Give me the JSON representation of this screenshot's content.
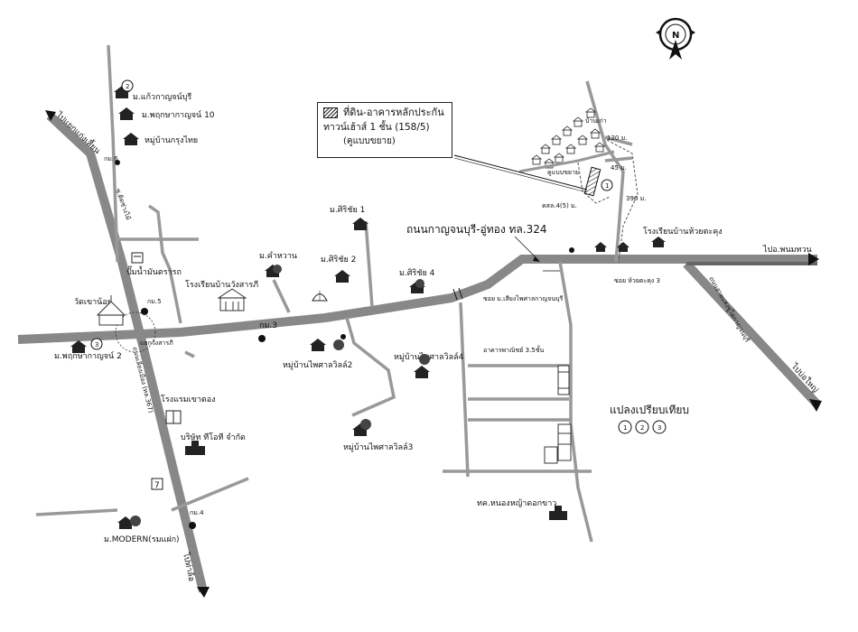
{
  "compass": {
    "letter": "N"
  },
  "callout": {
    "line1": "ที่ดิน-อาคารหลักประกัน",
    "line2": "ทาวน์เฮ้าส์ 1 ชั้น (158/5)",
    "line3": "(คูแบบขยาย)"
  },
  "roads": {
    "main_road": "ถนนกาญจนบุรี-อู่ทอง ทล.324",
    "cross_road": "ถนนเลี่ยงเมือง (ทล.367)",
    "right_road": "ถนนสายแสงชูโตกาญจนบุรี"
  },
  "destinations": {
    "tha_ruea": "ไปแยกแก่งเสี้ยน",
    "pak_phraek": "ไปท่าล้อ",
    "u_thong": "ไปอ.พนมทวน",
    "tha_muang": "ไปบ่อใหญ่"
  },
  "km_markers": [
    "กม.6",
    "กม.5",
    "กม.3",
    "กม.4"
  ],
  "soi": {
    "left_top": "ซ.ติดช่างไม้",
    "junction": "แยกวังสารภี",
    "soi_phai": "ซอย ม.เสียงไพศาลกาญจนบุรี",
    "soi_huai": "ซอย ห้วยตะคุง 3",
    "soi_near": "คสล.4(5) ม."
  },
  "places": {
    "wat": "วัดเขาน้อย",
    "petrol": "ปั๊มน้ำมันตรารถ",
    "school1": "โรงเรียนบ้านวังสารภี",
    "school2": "โรงเรียนบ้านห้วยตะคุง",
    "hotel": "โรงแรมเขาตอง",
    "company": "บริษัท ทีโอที จำกัด",
    "building": "อาคารพาณิชย์ 3.5ชั้น",
    "land_plot": "แปลงเปรียบเทียบ",
    "ratchaburi": "ทค.หนองหญ้าดอกขาว",
    "kuubaeb": "คูแบบขยาย",
    "ban_tao": "บ้านเก่า"
  },
  "villages": {
    "v_kaen": "ม.แก้วกาญจน์บุรี",
    "v_phruksa10": "ม.พฤกษากาญจน์ 10",
    "v_krungthai": "หมู่บ้านกรุงไทย",
    "v_siri1": "ม.ศิริชัย 1",
    "v_kamhawan": "ม.คำหวาน",
    "v_siri2": "ม.ศิริชัย 2",
    "v_siri4": "ม.ศิริชัย 4",
    "v_phruksa2": "ม.พฤกษากาญจน์ 2",
    "v_phaisan2": "หมู่บ้านไพศาลวิลล์2",
    "v_phaisan4": "หมู่บ้านไพศาลวิลล์4",
    "v_phaisan3": "หมู่บ้านไพศาลวิลล์3",
    "v_modern": "ม.MODERN(รมแฝก)"
  },
  "distances": {
    "d120": "120 ม.",
    "d390": "390 ม.",
    "d45": "45 ม."
  },
  "circle_nums": [
    "1",
    "2",
    "3"
  ],
  "seven_eleven": "7"
}
